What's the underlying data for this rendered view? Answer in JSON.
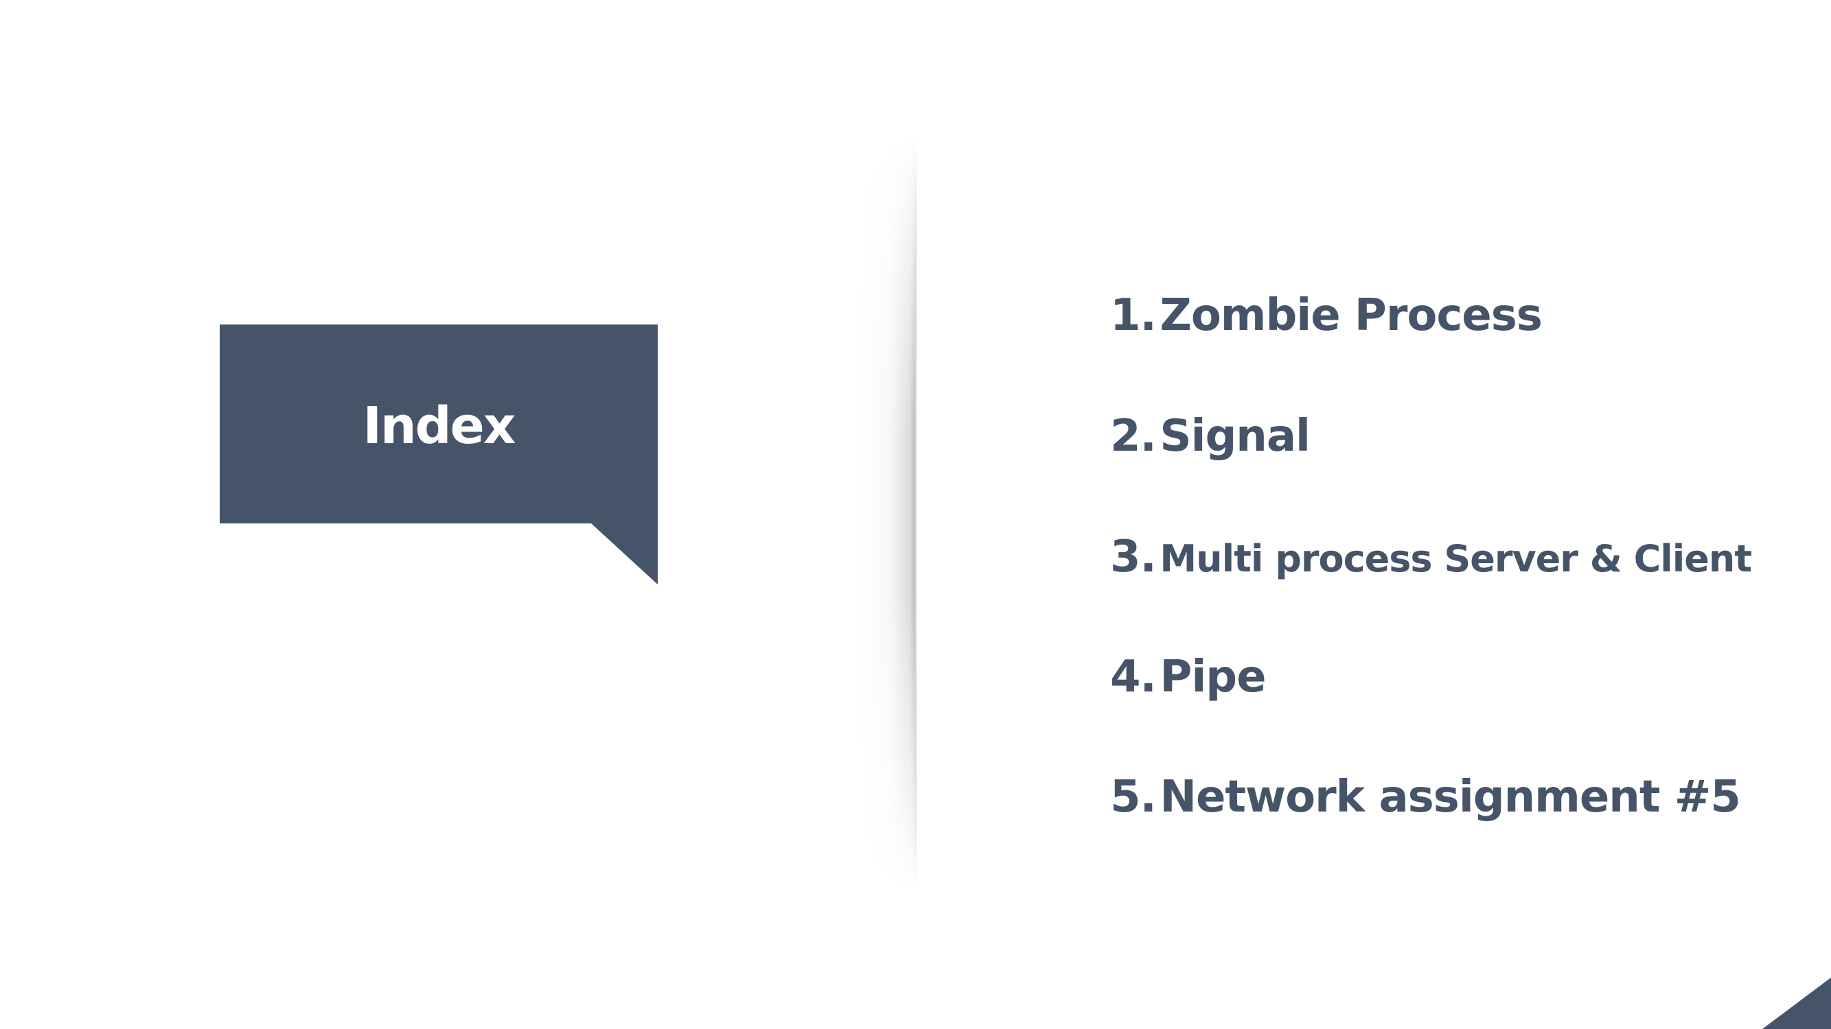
{
  "slide": {
    "title": "Index",
    "items": [
      {
        "number": "1.",
        "label": "Zombie Process"
      },
      {
        "number": "2.",
        "label": "Signal"
      },
      {
        "number": "3.",
        "label": "Multi process Server & Client"
      },
      {
        "number": "4.",
        "label": "Pipe"
      },
      {
        "number": "5.",
        "label": "Network assignment #5"
      }
    ]
  },
  "colors": {
    "accent": "#455468",
    "background": "#ffffff",
    "title_text": "#ffffff"
  }
}
